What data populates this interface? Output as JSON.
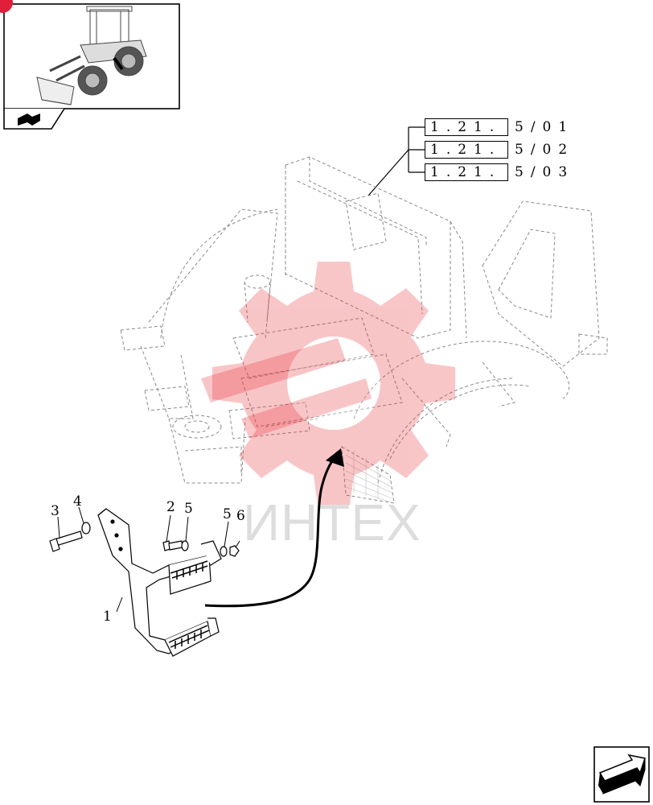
{
  "references": [
    {
      "boxed": "1.21.",
      "suffix": "5/01"
    },
    {
      "boxed": "1.21.",
      "suffix": "5/02"
    },
    {
      "boxed": "1.21.",
      "suffix": "5/03"
    }
  ],
  "callouts": [
    {
      "number": "1",
      "part": "step"
    },
    {
      "number": "2",
      "part": "bolt"
    },
    {
      "number": "3",
      "part": "bolt"
    },
    {
      "number": "4",
      "part": "washer"
    },
    {
      "number": "5",
      "part": "washer"
    },
    {
      "number": "5",
      "part": "washer"
    },
    {
      "number": "6",
      "part": "nut"
    }
  ],
  "watermark": {
    "text": "ИНТЕХ",
    "color": "#e8333a"
  },
  "colors": {
    "line": "#000000",
    "dashed": "#8a8a8a",
    "watermark": "#e8333a",
    "badge": "#e0203a"
  },
  "icons": {
    "thumbnail": "wheel-loader-thumbnail-icon",
    "prev": "previous-page-icon",
    "next": "next-page-icon"
  }
}
